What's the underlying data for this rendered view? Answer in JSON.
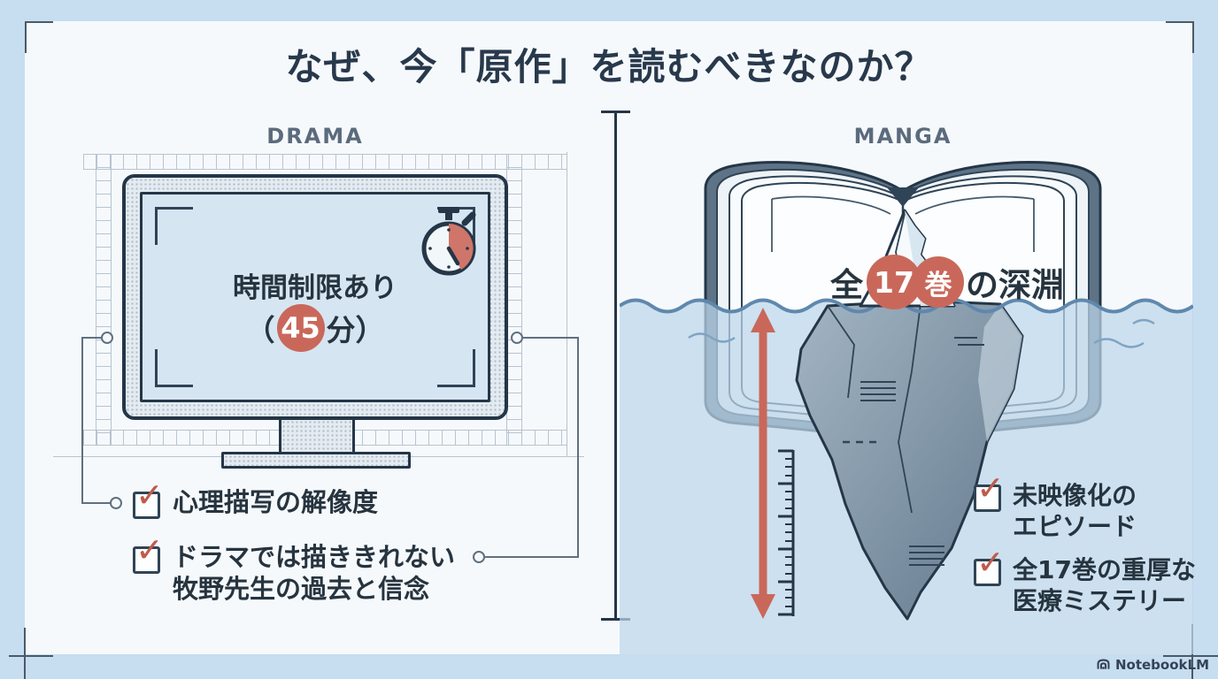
{
  "title": "なぜ、今「原作」を読むべきなのか？",
  "drama": {
    "label": "DRAMA",
    "screen": {
      "line1": "時間制限あり",
      "paren_open": "（",
      "badge": "45",
      "paren_close": "分）"
    },
    "checklist": [
      {
        "lines": [
          "心理描写の解像度"
        ]
      },
      {
        "lines": [
          "ドラマでは描ききれない",
          "牧野先生の過去と信念"
        ]
      }
    ]
  },
  "manga": {
    "label": "MANGA",
    "caption": {
      "prefix": "全",
      "badge_number": "17",
      "badge_counter": "巻",
      "suffix": "の深淵"
    },
    "checklist": [
      {
        "lines": [
          "未映像化の",
          "エピソード"
        ]
      },
      {
        "lines": [
          "全17巻の重厚な",
          "医療ミステリー"
        ]
      }
    ]
  },
  "footer": {
    "brand": "NotebookLM"
  },
  "icons": {
    "check": "✓",
    "stopwatch": "stopwatch-icon",
    "book_iceberg": "open-book-iceberg-illustration",
    "brand_logo": "notebooklm-logo"
  },
  "colors": {
    "outer_bg": "#c7ddf0",
    "card_bg": "#f6f9fc",
    "ink": "#243647",
    "text": "#26343f",
    "muted_label": "#5b6b7d",
    "accent_red": "#c9685a",
    "water": "#bcd6ea",
    "wave": "#5f88ad",
    "iceberg_deep": "#62798c",
    "iceberg_light": "#a3b5c4",
    "book_cover": "#5e7486",
    "grid": "#b7c4d0"
  }
}
